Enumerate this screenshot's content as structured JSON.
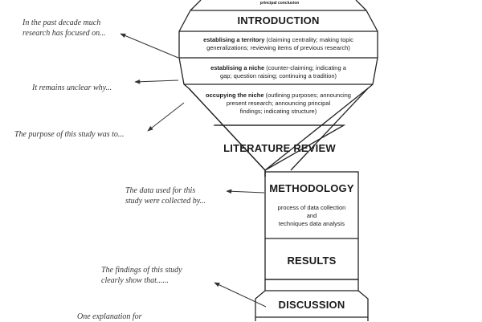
{
  "top_fragment": "principal conclusion",
  "sections": {
    "introduction": "INTRODUCTION",
    "territory": {
      "bold": "establising a territory",
      "rest_1": " (claiming centrality; making topic",
      "rest_2": "generalizations; reviewing items of previous research)"
    },
    "niche": {
      "bold": "establising a niche",
      "rest_1": " (counter-claiming; indicating a",
      "rest_2": "gap; question raising; continuing a tradition)"
    },
    "occupying": {
      "bold": "occupying the niche",
      "rest_1": " (outlining purposes; announcing",
      "rest_2": "present research; announcing principal",
      "rest_3": "findings; indicating structure)"
    },
    "literature_review": "LITERATURE REVIEW",
    "methodology": "METHODOLOGY",
    "methodology_desc": {
      "line1": "process of data collection",
      "line2": "and",
      "line3": "techniques data analysis"
    },
    "results": "RESULTS",
    "discussion": "DISCUSSION"
  },
  "notes": {
    "n1": {
      "line1": "In the past decade much",
      "line2": "research has focused on..."
    },
    "n2": {
      "line1": "It remains unclear why..."
    },
    "n3": {
      "line1": "The purpose of this study was to..."
    },
    "n4": {
      "line1": "The data used for this",
      "line2": "study were collected by..."
    },
    "n5": {
      "line1": "The findings of this study",
      "line2": "clearly show that......"
    },
    "n6": {
      "line1": "One explanation for"
    }
  }
}
